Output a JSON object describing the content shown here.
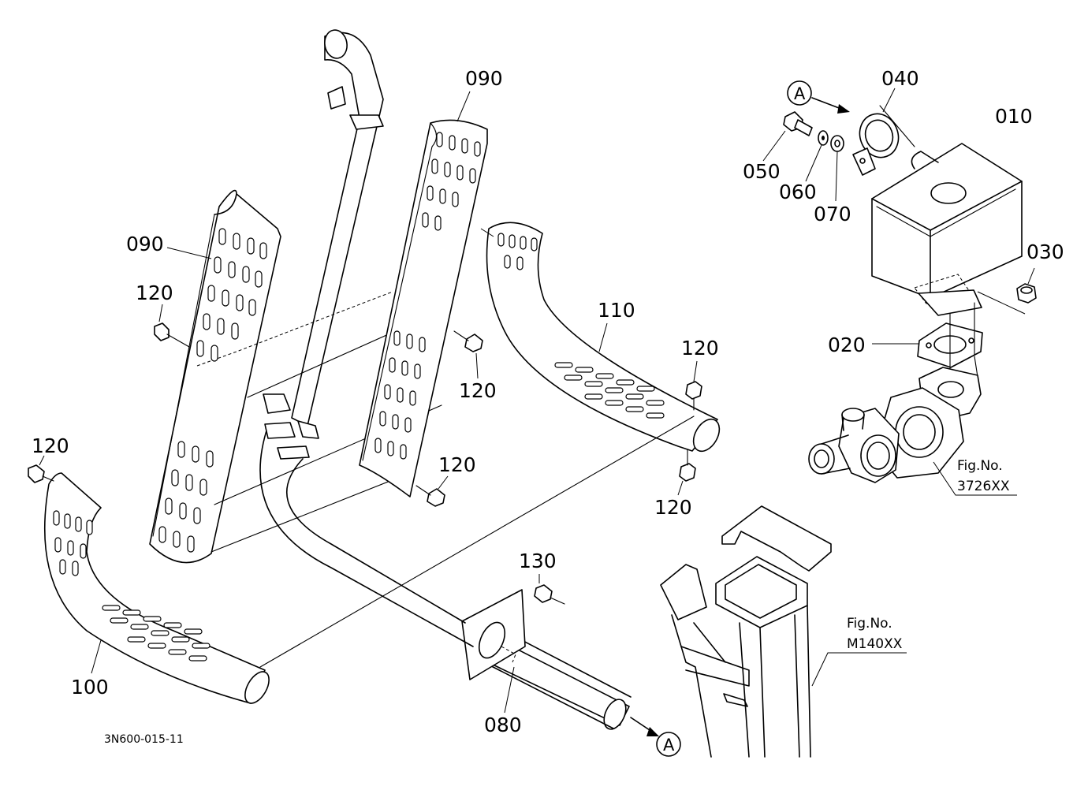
{
  "diagram_id": "3N600-015-11",
  "reference": {
    "letter": "A"
  },
  "parts": [
    {
      "no": "010"
    },
    {
      "no": "020"
    },
    {
      "no": "030"
    },
    {
      "no": "040"
    },
    {
      "no": "050"
    },
    {
      "no": "060"
    },
    {
      "no": "070"
    },
    {
      "no": "080"
    },
    {
      "no": "090"
    },
    {
      "no": "100"
    },
    {
      "no": "110"
    },
    {
      "no": "120"
    },
    {
      "no": "130"
    }
  ],
  "figure_refs": [
    {
      "caption": "Fig.No.",
      "number": "3726XX"
    },
    {
      "caption": "Fig.No.",
      "number": "M140XX"
    }
  ],
  "colors": {
    "line": "#000000",
    "background": "#ffffff"
  }
}
